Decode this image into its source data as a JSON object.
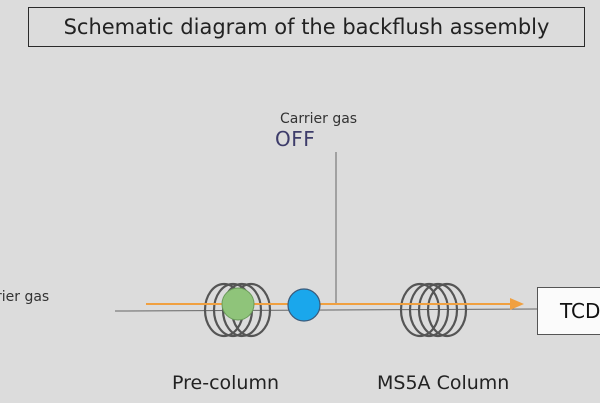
{
  "title": "Schematic diagram of the backflush assembly",
  "carrier_gas_top": {
    "label": "Carrier gas",
    "state": "OFF"
  },
  "carrier_gas_left": {
    "label": "rier gas"
  },
  "pre_column": {
    "label": "Pre-column"
  },
  "ms5a_column": {
    "label": "MS5A Column"
  },
  "detector": {
    "label": "TCD"
  },
  "colors": {
    "background": "#dcdcdc",
    "flow_arrow": "#f0a040",
    "green_sample": "#8fc47a",
    "blue_sample": "#1aa7ec",
    "coil": "#555555",
    "off_text": "#3d3c6a"
  }
}
